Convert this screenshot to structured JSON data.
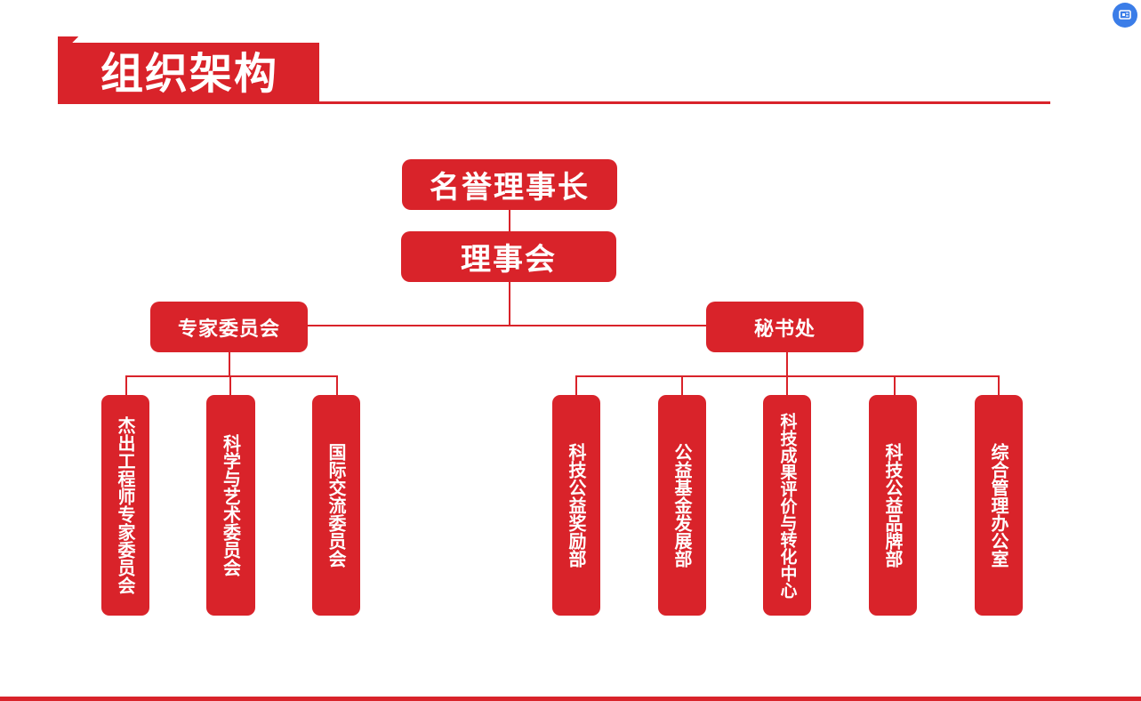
{
  "header": {
    "title": "组织架构"
  },
  "chart_data": {
    "type": "org-chart",
    "nodes": {
      "honorary_chair": "名誉理事长",
      "board": "理事会",
      "expert_committee": "专家委员会",
      "secretariat": "秘书处"
    },
    "expert_children": [
      "杰出工程师专家委员会",
      "科学与艺术委员会",
      "国际交流委员会"
    ],
    "secretariat_children": [
      "科技公益奖励部",
      "公益基金发展部",
      "科技成果评价与转化中心",
      "科技公益品牌部",
      "综合管理办公室"
    ]
  },
  "colors": {
    "accent": "#d9232a",
    "icon": "#3b7de8"
  }
}
